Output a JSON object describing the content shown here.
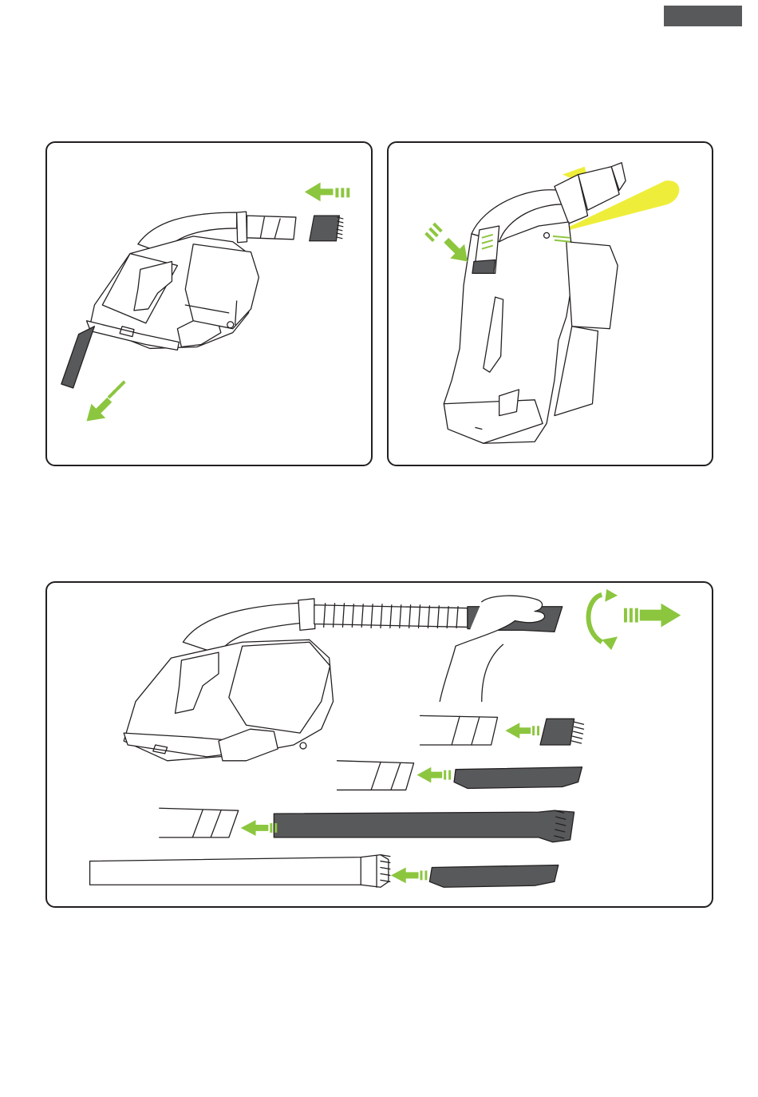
{
  "colors": {
    "accent_green": "#8cc63f",
    "light_yellow": "#eeee3a",
    "tool_gray": "#58595b",
    "line": "#231f20",
    "header_tab": "#58595b"
  },
  "panels": [
    {
      "id": "attach-brush",
      "icons": [
        "arrow-left-icon",
        "arrow-down-left-icon"
      ]
    },
    {
      "id": "light-on",
      "icons": [
        "arrow-down-right-icon",
        "light-beam-icon"
      ]
    },
    {
      "id": "accessories",
      "icons": [
        "rotate-arrow-icon",
        "arrow-right-icon",
        "arrow-left-icon"
      ]
    }
  ]
}
